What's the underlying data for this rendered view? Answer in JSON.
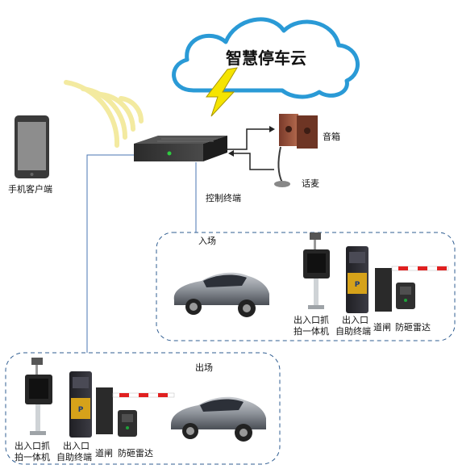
{
  "cloud": {
    "title": "智慧停车云"
  },
  "devices": {
    "phone_label": "手机客户端",
    "controller_label": "控制终端",
    "speaker_label": "音箱",
    "mic_label": "话麦"
  },
  "entrance": {
    "title": "入场",
    "camera_label_line1": "出入口抓",
    "camera_label_line2": "拍一体机",
    "kiosk_label_line1": "出入口",
    "kiosk_label_line2": "自助终端",
    "barrier_label": "道闸",
    "radar_label": "防砸雷达"
  },
  "exit": {
    "title": "出场",
    "camera_label_line1": "出入口抓",
    "camera_label_line2": "拍一体机",
    "kiosk_label_line1": "出入口",
    "kiosk_label_line2": "自助终端",
    "barrier_label": "道闸",
    "radar_label": "防砸雷达"
  },
  "colors": {
    "cloud_stroke": "#2a9ad6",
    "lightning": "#f5e400",
    "wifi": "#f3eaa0",
    "link_line": "#4a76b3",
    "barrier_red": "#e02020"
  }
}
